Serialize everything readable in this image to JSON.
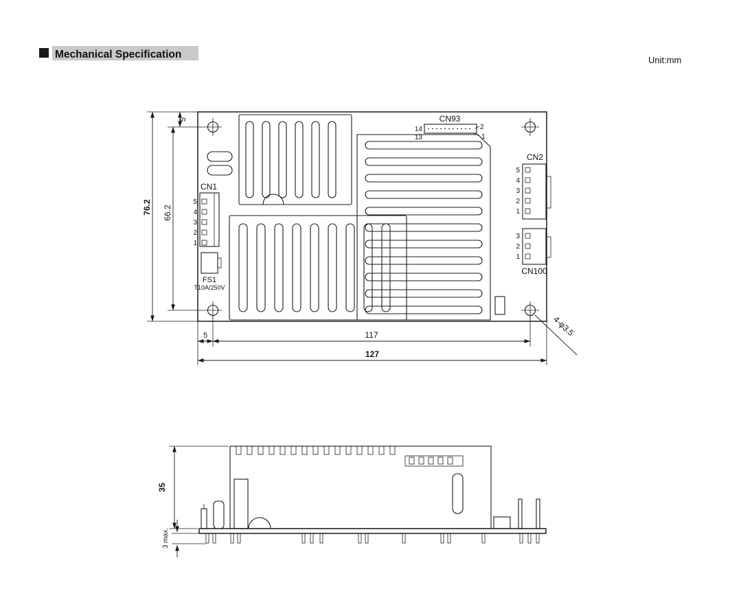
{
  "header": {
    "title": "Mechanical Specification",
    "unit": "Unit:mm"
  },
  "colors": {
    "line": "#1a1a1a",
    "title_highlight": "#c9c9c9",
    "background": "#ffffff"
  },
  "top_view": {
    "dims": {
      "top_edge_to_hole": "5",
      "overall_height": "76.2",
      "hole_span_height": "66.2",
      "left_edge_to_hole": "5",
      "hole_span_width": "117",
      "overall_width": "127",
      "hole_callout": "4-φ3.5"
    },
    "cn93": {
      "label": "CN93",
      "pin_top_left": "14",
      "pin_top_right": "2",
      "pin_bottom_left": "13",
      "pin_bottom_right": "1"
    },
    "cn1": {
      "label": "CN1",
      "pins": [
        "5",
        "4",
        "3",
        "2",
        "1"
      ]
    },
    "cn2": {
      "label": "CN2",
      "pins": [
        "5",
        "4",
        "3",
        "2",
        "1"
      ]
    },
    "cn100": {
      "label": "CN100",
      "pins": [
        "3",
        "2",
        "1"
      ]
    },
    "fs1": {
      "label": "FS1",
      "rating": "T10A/250V"
    }
  },
  "side_view": {
    "dims": {
      "overall_height": "35",
      "pin_protrusion": "3 max."
    }
  }
}
